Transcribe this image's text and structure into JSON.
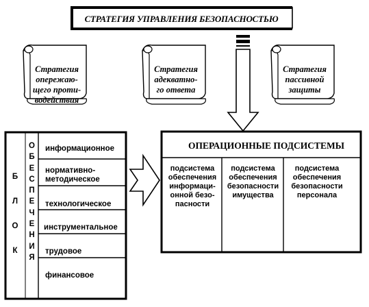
{
  "title": "СТРАТЕГИЯ УПРАВЛЕНИЯ БЕЗОПАСНОСТЬЮ",
  "strategies": [
    {
      "text": "Стратегия опережающего противодействия"
    },
    {
      "text": "Стратегия адекватного ответа"
    },
    {
      "text": "Стратегия пассивной защиты"
    }
  ],
  "strategy_lines": [
    [
      "Стратегия",
      "опережаю-",
      "щего проти-",
      "водействия"
    ],
    [
      "Стратегия",
      "адекватно-",
      "го ответа"
    ],
    [
      "Стратегия",
      "пассивной",
      "защиты"
    ]
  ],
  "support_blocks": {
    "vertical_word_1": [
      "Б",
      "Л",
      "О",
      "К"
    ],
    "vertical_word_2": [
      "О",
      "Б",
      "Е",
      "С",
      "П",
      "Е",
      "Ч",
      "Е",
      "Н",
      "И",
      "Я"
    ],
    "rows": [
      {
        "label_lines": [
          "информационное"
        ]
      },
      {
        "label_lines": [
          "нормативно-",
          "методическое"
        ]
      },
      {
        "label_lines": [
          "технологическое"
        ]
      },
      {
        "label_lines": [
          "инструментальное"
        ]
      },
      {
        "label_lines": [
          "трудовое"
        ]
      },
      {
        "label_lines": [
          "финансовое"
        ]
      }
    ]
  },
  "operational": {
    "title": "ОПЕРАЦИОННЫЕ ПОДСИСТЕМЫ",
    "columns": [
      {
        "lines": [
          "подсистема",
          "обеспечения",
          "информаци-",
          "онной безо-",
          "пасности"
        ]
      },
      {
        "lines": [
          "подсистема",
          "обеспечения",
          "безопасности",
          "имущества"
        ]
      },
      {
        "lines": [
          "подсистема",
          "обеспечения",
          "безопасности",
          "персонала"
        ]
      }
    ]
  }
}
